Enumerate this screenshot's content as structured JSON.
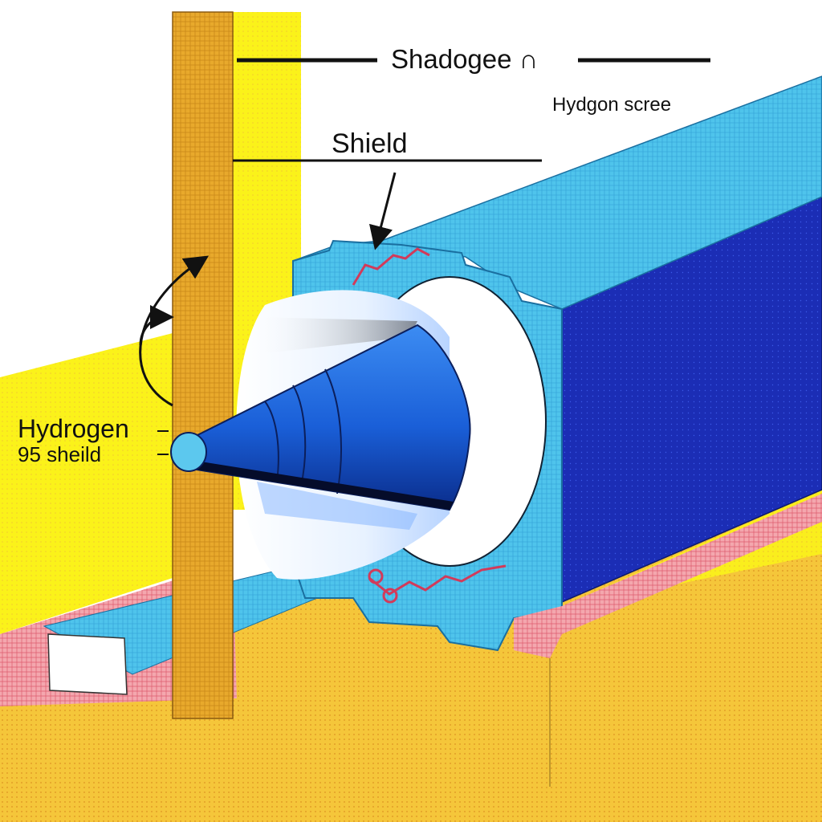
{
  "labels": {
    "top_title": "Shadogee ∩",
    "top_subtitle": "Hydgon scree",
    "shield": "Shield",
    "hydrogen": "Hydrogen",
    "shield_95": "95 sheild"
  },
  "colors": {
    "yellow": "#fbf21a",
    "gold": "#f3c73c",
    "orange_wall": "#e4a52a",
    "cyan": "#4cc3ea",
    "navy": "#1d2fb7",
    "pink": "#f08a96",
    "cone_blue": "#1e6fe0",
    "line": "#111111",
    "coil": "#d23a5a"
  }
}
